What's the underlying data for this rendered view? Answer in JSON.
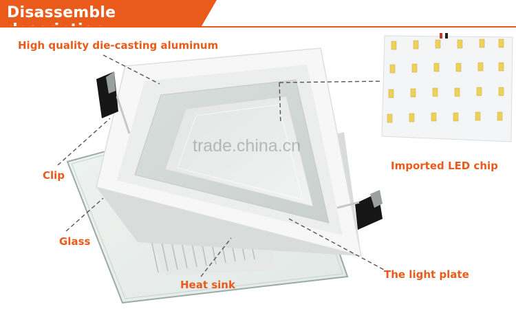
{
  "header": {
    "title": "Disassemble description"
  },
  "labels": {
    "aluminum": "High quality die-casting aluminum",
    "led_chip": "Imported LED chip",
    "clip": "Clip",
    "glass": "Glass",
    "light_plate": "The light plate",
    "heat_sink": "Heat sink"
  },
  "watermark": "trade.china.cn",
  "colors": {
    "accent": "#ea5a1a",
    "led": "#f4d85a",
    "clip": "#1a1a1a",
    "frame": "#f7f7f7"
  }
}
